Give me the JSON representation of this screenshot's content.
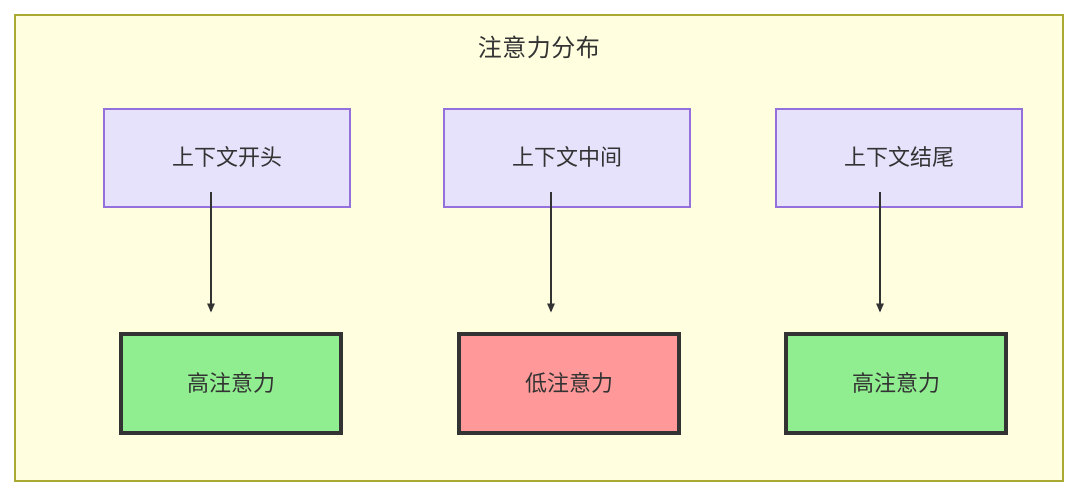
{
  "diagram": {
    "title": "注意力分布",
    "background_color": "#ffffe0",
    "border_color": "#aaaa33",
    "context_node_fill": "#e6e2fc",
    "context_node_border": "#9370db",
    "high_attention_fill": "#90ee90",
    "low_attention_fill": "#ff9999",
    "node_border_color": "#333333",
    "edge_color": "#333333",
    "columns": [
      {
        "context_label": "上下文开头",
        "attention_label": "高注意力",
        "attention_level": "high"
      },
      {
        "context_label": "上下文中间",
        "attention_label": "低注意力",
        "attention_level": "low"
      },
      {
        "context_label": "上下文结尾",
        "attention_label": "高注意力",
        "attention_level": "high"
      }
    ]
  }
}
